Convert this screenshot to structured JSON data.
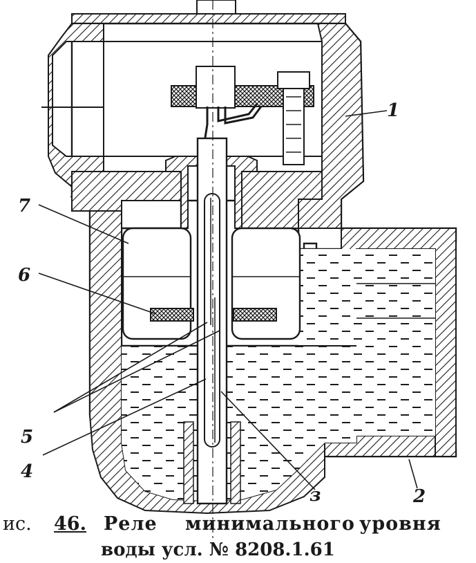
{
  "figure": {
    "labels": {
      "l1": "1",
      "l7": "7",
      "l6": "6",
      "l5": "5",
      "l4": "4",
      "l3": "з",
      "l2": "2"
    }
  },
  "caption": {
    "prefix": "ис.",
    "number": "46.",
    "word1": "Реле",
    "word2": "минимального",
    "word3": "уровня",
    "line2": "воды усл. № 8208.1.61"
  },
  "colors": {
    "ink": "#1a1a1a",
    "paper": "#ffffff"
  }
}
